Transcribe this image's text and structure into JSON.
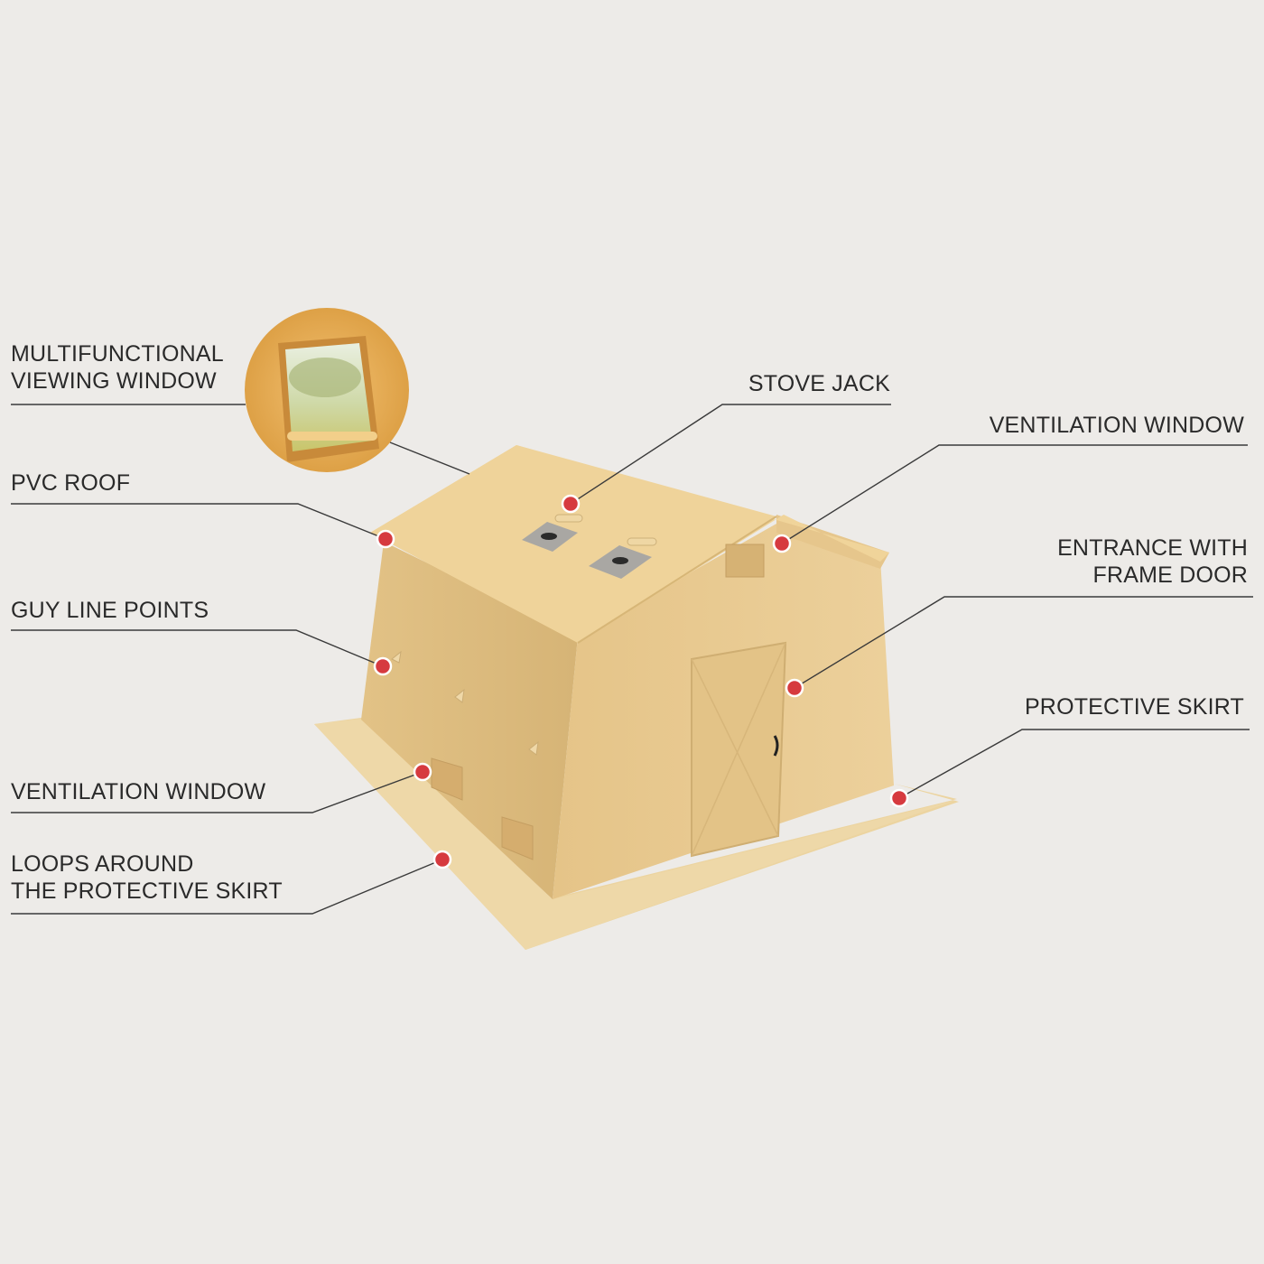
{
  "colors": {
    "background": "#edebe8",
    "tent": "#e7c98f",
    "tent_shade": "#d9b77a",
    "roof": "#f0d49a",
    "marker": "#d63a3f",
    "leader_line": "#3a3a3a"
  },
  "callouts": {
    "viewing_window": [
      "MULTIFUNCTIONAL",
      "VIEWING WINDOW"
    ],
    "pvc_roof": [
      "PVC ROOF"
    ],
    "guy_line_points": [
      "GUY LINE POINTS"
    ],
    "ventilation_window_left": [
      "VENTILATION WINDOW"
    ],
    "loops_skirt": [
      "LOOPS AROUND",
      "THE PROTECTIVE SKIRT"
    ],
    "stove_jack": [
      "STOVE JACK"
    ],
    "ventilation_window_right": [
      "VENTILATION WINDOW"
    ],
    "entrance": [
      "ENTRANCE WITH",
      "FRAME DOOR"
    ],
    "protective_skirt": [
      "PROTECTIVE SKIRT"
    ]
  },
  "icons": {
    "marker": "red-dot-icon",
    "inset": "window-detail-photo"
  }
}
